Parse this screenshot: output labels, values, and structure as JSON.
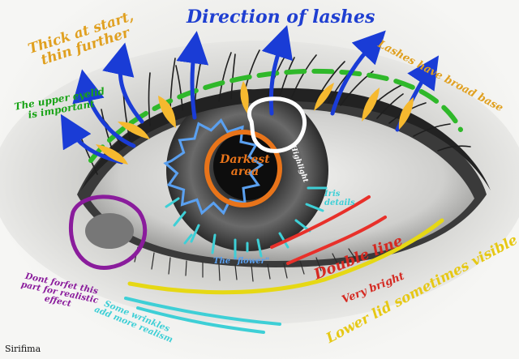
{
  "labels": {
    "direction": "Direction of lashes",
    "thick_line1": "Thick at start,",
    "thick_line2": "thin further",
    "broad_base": "Lashes have broad base",
    "upper_lid_line1": "The upper eyelid",
    "upper_lid_line2": "is important",
    "highlight": "Highlight",
    "darkest_line1": "Darkest",
    "darkest_line2": "area",
    "iris_line1": "Iris",
    "iris_line2": "details",
    "flower": "The \"flower\"",
    "double_line": "Double line",
    "very_bright": "Very bright",
    "lower_lid": "Lower lid sometimes visible",
    "forget_line1": "Dont forfet this",
    "forget_line2": "part for realistic",
    "forget_line3": "effect",
    "wrinkles_line1": "Some wrinkles",
    "wrinkles_line2": "add more realism",
    "signature": "Sirifima"
  },
  "colors": {
    "blue_title": "#1f3fd1",
    "arrow_blue": "#1a3cd6",
    "orange_yellow": "#e0a020",
    "lash_fill": "#f6b92f",
    "green": "#2fb82a",
    "green_text": "#18a316",
    "orange": "#e8741a",
    "white_circle": "#ffffff",
    "light_blue": "#5aa0f0",
    "cyan": "#3ecfd6",
    "red": "#e8302a",
    "red_text": "#d52a22",
    "yellow": "#e6d814",
    "purple": "#8a1c9c",
    "purple_text": "#8a1c9c"
  }
}
